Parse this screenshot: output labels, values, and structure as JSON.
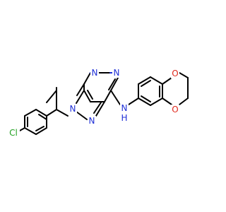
{
  "molecule": {
    "atoms": {
      "n_pyrimidine_top": {
        "label": "N",
        "color": "#1f2fd6"
      },
      "n_pyrimidine_right": {
        "label": "N",
        "color": "#1f2fd6"
      },
      "n_pyrazole_1": {
        "label": "N",
        "color": "#1f2fd6"
      },
      "n_pyrazole_2": {
        "label": "N",
        "color": "#1f2fd6"
      },
      "n_amine": {
        "label": "N",
        "color": "#1f2fd6"
      },
      "h_amine": {
        "label": "H",
        "color": "#1f2fd6"
      },
      "o_top": {
        "label": "O",
        "color": "#e0281c"
      },
      "o_bottom": {
        "label": "O",
        "color": "#e0281c"
      },
      "cl": {
        "label": "Cl",
        "color": "#1fa01f"
      }
    }
  }
}
